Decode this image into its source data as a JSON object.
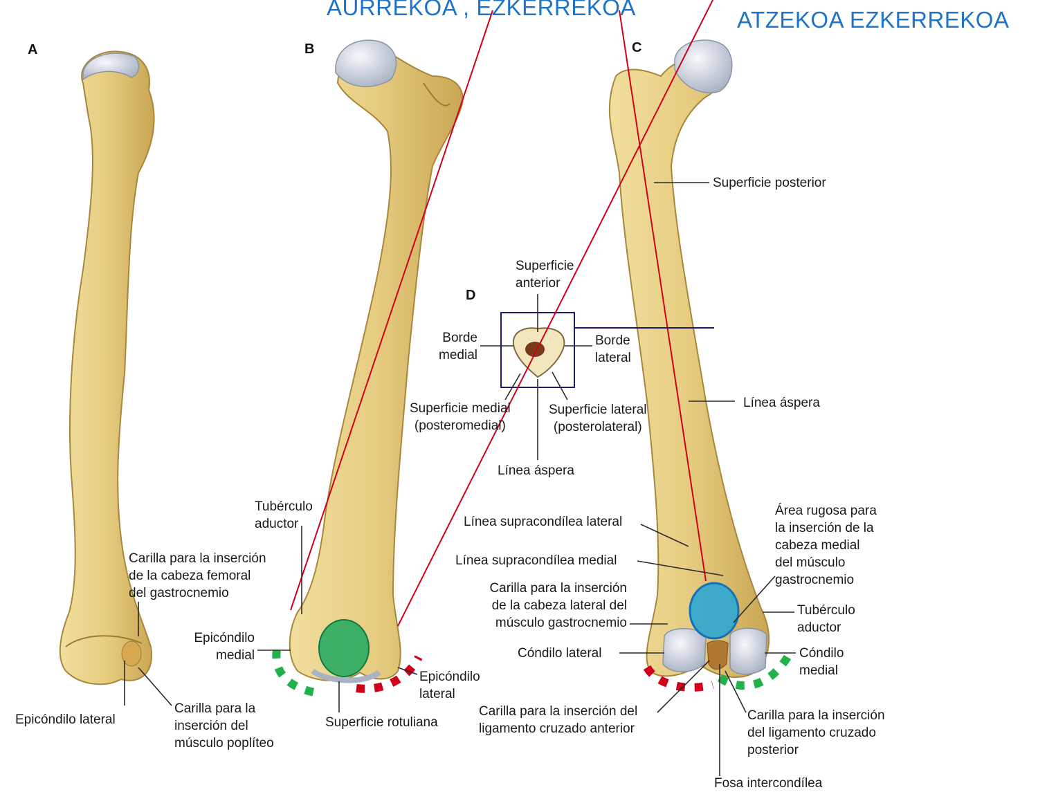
{
  "headers": {
    "anterior": "AURREKOA , EZKERREKOA",
    "posterior": "ATZEKOA EZKERREKOA"
  },
  "figure_letters": {
    "a": "A",
    "b": "B",
    "c": "C",
    "d": "D"
  },
  "labels": {
    "superficie_posterior": "Superficie posterior",
    "superficie_anterior": "Superficie\nanterior",
    "borde_medial": "Borde\nmedial",
    "borde_lateral": "Borde\nlateral",
    "superficie_medial": "Superficie medial\n(posteromedial)",
    "superficie_lateral": "Superficie lateral\n(posterolateral)",
    "linea_aspera_d": "Línea áspera",
    "linea_aspera_c": "Línea áspera",
    "tuberculo_aductor_b": "Tubérculo\naductor",
    "carilla_gastrocnemio_femoral": "Carilla para la inserción\nde la cabeza femoral\ndel gastrocnemio",
    "epicondilo_medial": "Epicóndilo\nmedial",
    "epicondilo_lateral_a": "Epicóndilo lateral",
    "carilla_popliteo": "Carilla para la\ninserción del\nmúsculo poplíteo",
    "superficie_rotuliana": "Superficie rotuliana",
    "epicondilo_lateral_b": "Epicóndilo\nlateral",
    "linea_supracondilea_lateral": "Línea supracondílea lateral",
    "linea_supracondilea_medial": "Línea supracondílea medial",
    "carilla_cabeza_lateral": "Carilla para la inserción\nde la cabeza lateral del\nmúsculo gastrocnemio",
    "condilo_lateral": "Cóndilo lateral",
    "carilla_lca": "Carilla para la inserción del\nligamento cruzado anterior",
    "area_rugosa": "Área rugosa para\nla inserción de la\ncabeza medial\ndel músculo\ngastrocnemio",
    "tuberculo_aductor_c": "Tubérculo\naductor",
    "condilo_medial": "Cóndilo\nmedial",
    "carilla_lcp": "Carilla para la inserción\ndel ligamento cruzado\nposterior",
    "fosa_intercondilea": "Fosa intercondílea"
  },
  "colors": {
    "bone": "#e6cf87",
    "bone_shadow": "#b8953f",
    "cartilage": "#dfe4ec",
    "header_blue": "#1e74c9",
    "red_marker": "#d0001c",
    "green_marker": "#22b24c",
    "green_fill": "#1fa860",
    "blue_fill": "#22a6d8",
    "pointer_line": "#2a2a2a",
    "navy_line": "#1a1a6e"
  }
}
